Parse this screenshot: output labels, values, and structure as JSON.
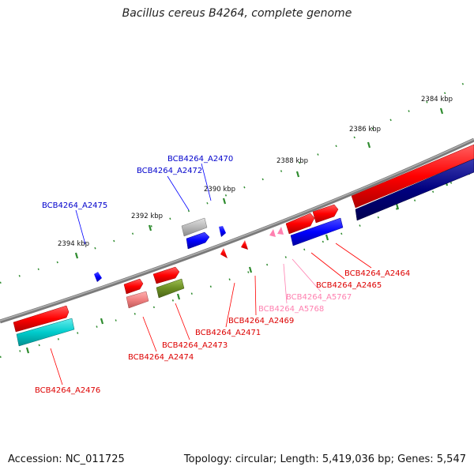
{
  "title": "Bacillus cereus B4264, complete genome",
  "footer": {
    "accession": "Accession: NC_011725",
    "summary": "Topology: circular; Length: 5,419,036 bp; Genes: 5,547"
  },
  "colors": {
    "backbone": "#8a8a8a",
    "tick": "#2e8b2e",
    "red": "#ff0000",
    "blue": "#0000ff",
    "navy": "#00007f",
    "cyan": "#00cccc",
    "grey": "#b8b8b8",
    "olive": "#6b8e23",
    "pink": "#ff80b0",
    "salmon": "#f08080"
  },
  "scale": {
    "tick_labels": [
      "2384 kbp",
      "2386 kbp",
      "2388 kbp",
      "2390 kbp",
      "2392 kbp",
      "2394 kbp"
    ]
  },
  "genes": [
    {
      "id": "BCB4264_A2464",
      "track": "red_forward",
      "color": "red"
    },
    {
      "id": "BCB4264_A2465",
      "track": "red_forward",
      "color": "red"
    },
    {
      "id": "BCB4264_A5767",
      "track": "pseudo",
      "color": "pink"
    },
    {
      "id": "BCB4264_A5768",
      "track": "pseudo",
      "color": "pink"
    },
    {
      "id": "BCB4264_A2469",
      "track": "red_forward",
      "color": "red"
    },
    {
      "id": "BCB4264_A2470",
      "track": "blue_reverse",
      "color": "blue"
    },
    {
      "id": "BCB4264_A2471",
      "track": "red_forward",
      "color": "red"
    },
    {
      "id": "BCB4264_A2472",
      "track": "blue_reverse",
      "color": "blue"
    },
    {
      "id": "BCB4264_A2473",
      "track": "red_forward",
      "color": "red"
    },
    {
      "id": "BCB4264_A2474",
      "track": "red_forward",
      "color": "red"
    },
    {
      "id": "BCB4264_A2475",
      "track": "blue_reverse",
      "color": "blue"
    },
    {
      "id": "BCB4264_A2476",
      "track": "red_forward",
      "color": "red"
    }
  ]
}
